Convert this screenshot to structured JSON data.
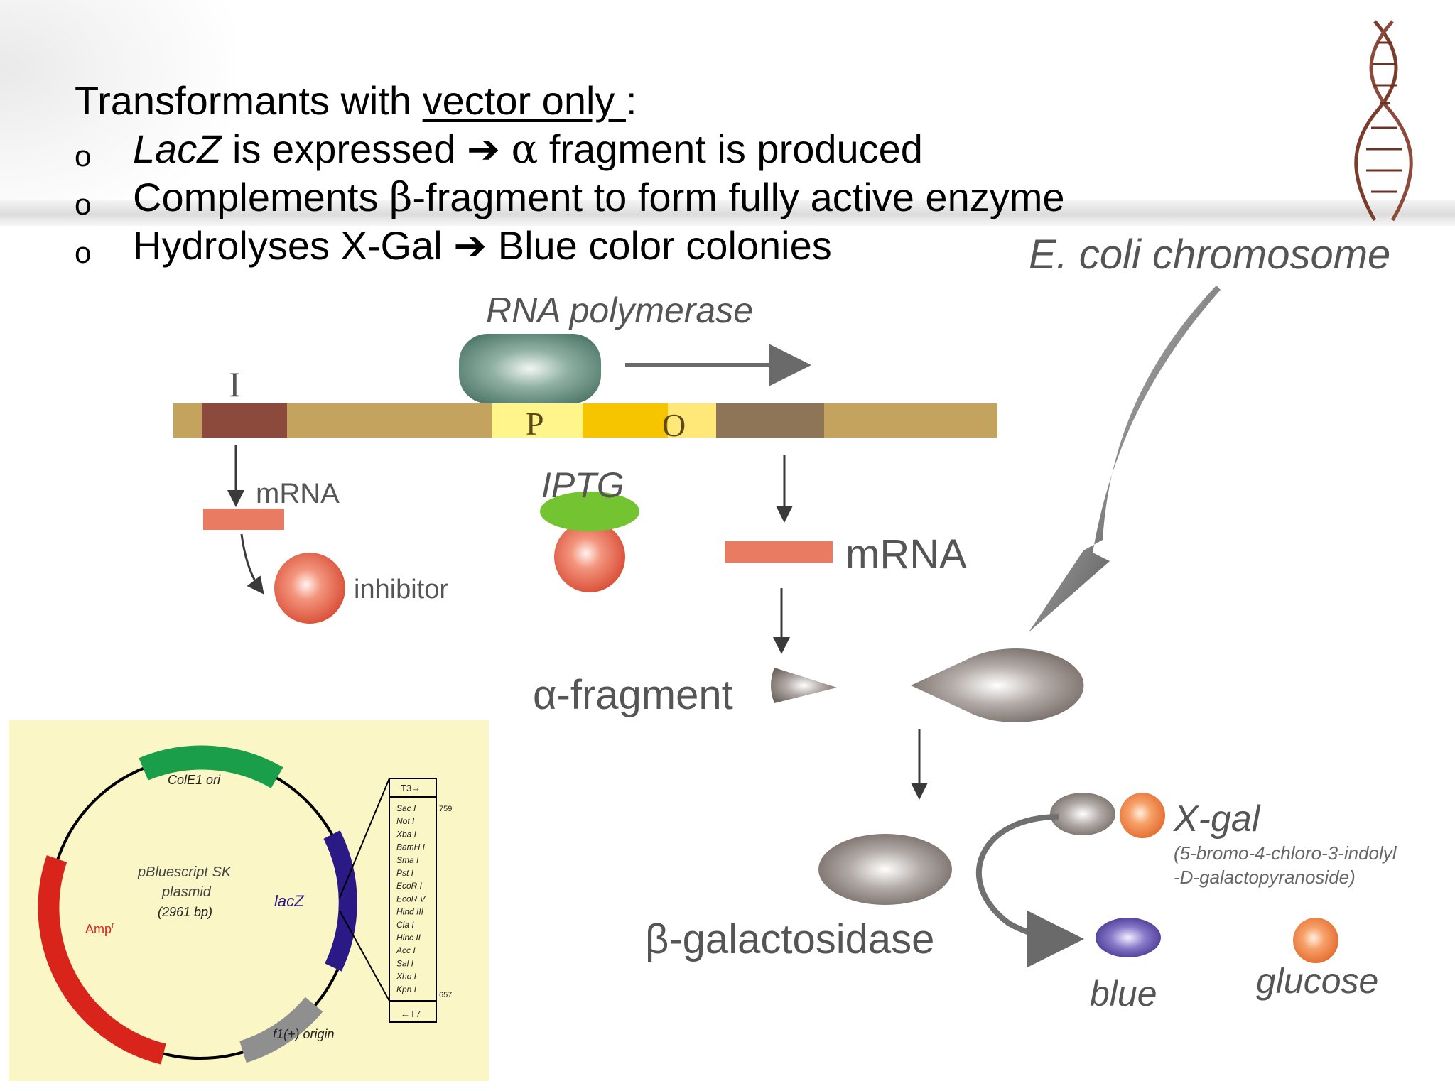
{
  "slide": {
    "heading": {
      "text": "Transformants with ",
      "underlined": "vector only ",
      "after": ":"
    },
    "bullet_marker": "o",
    "bullets": [
      {
        "a": "LacZ",
        "b": " is expressed ",
        "arrow": "➔",
        "c": "  ",
        "sym": "α",
        "d": " fragment is produced"
      },
      {
        "a": "Complements ",
        "sym": "β",
        "b": "-fragment to form fully active enzyme"
      },
      {
        "a": "Hydrolyses X-Gal ",
        "arrow": "➔",
        "b": " Blue color colonies"
      }
    ]
  },
  "diagram": {
    "chromosome_label": "E. coli chromosome",
    "rna_polymerase": "RNA polymerase",
    "gene_I": "I",
    "promoter": "P",
    "operator": "O",
    "mrna_left": "mRNA",
    "inhibitor": "inhibitor",
    "iptg": "IPTG",
    "mrna_right": "mRNA",
    "alpha_fragment": "α-fragment",
    "beta_galactosidase": "β-galactosidase",
    "xgal": "X-gal",
    "xgal_name_1": "(5-bromo-4-chloro-3-indolyl",
    "xgal_name_2": "-D-galactopyranoside)",
    "blue": "blue",
    "glucose": "glucose"
  },
  "plasmid": {
    "name_1": "pBluescript SK",
    "name_2": "plasmid",
    "size": "(2961 bp)",
    "ori": "ColE1 ori",
    "amp": "Amp",
    "amp_sup": "r",
    "lacz": "lacZ",
    "f1": "f1(+) origin",
    "mcs_top": "T3→",
    "mcs_bottom": "←T7",
    "mcs_num_top": "759",
    "mcs_num_bottom": "657",
    "mcs_sites": [
      "Sac I",
      "Not I",
      "Xba I",
      "BamH I",
      "Sma I",
      "Pst I",
      "EcoR I",
      "EcoR V",
      "Hind III",
      "Cla I",
      "Hinc II",
      "Acc I",
      "Sal I",
      "Xho I",
      "Kpn I"
    ]
  },
  "colors": {
    "strip": "#c4a35e",
    "gene_i": "#8c4a3c",
    "promoter": "#fff58a",
    "operator": "#f7c400",
    "gene_z": "#8e7558",
    "mrna": "#e97b62",
    "iptg": "#74c330",
    "plasmid_bg": "#fbf6c6",
    "ori": "#1a9e4a",
    "amp": "#d9241b",
    "lacz": "#2b1a86",
    "f1": "#8f8f8f"
  },
  "icons": [
    "dna-helix-icon"
  ]
}
